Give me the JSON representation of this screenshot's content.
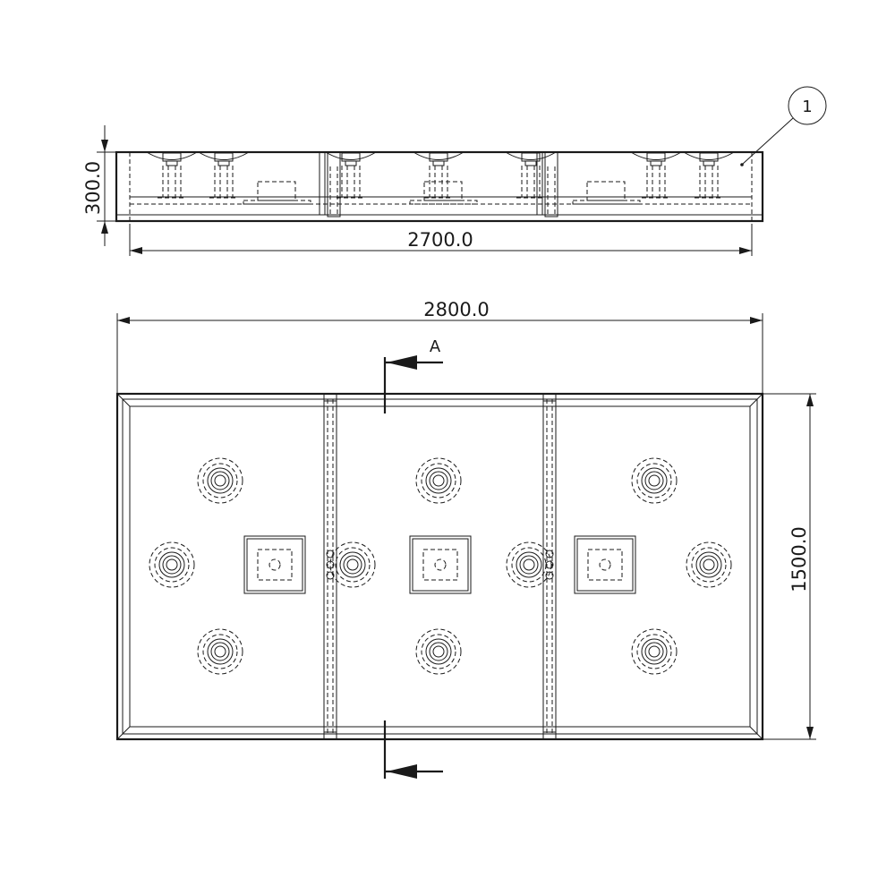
{
  "drawing": {
    "dimensions": {
      "side_height": "300.0",
      "side_length": "2700.0",
      "top_length": "2800.0",
      "top_width": "1500.0"
    },
    "section_label": "A",
    "balloon_number": "1"
  }
}
